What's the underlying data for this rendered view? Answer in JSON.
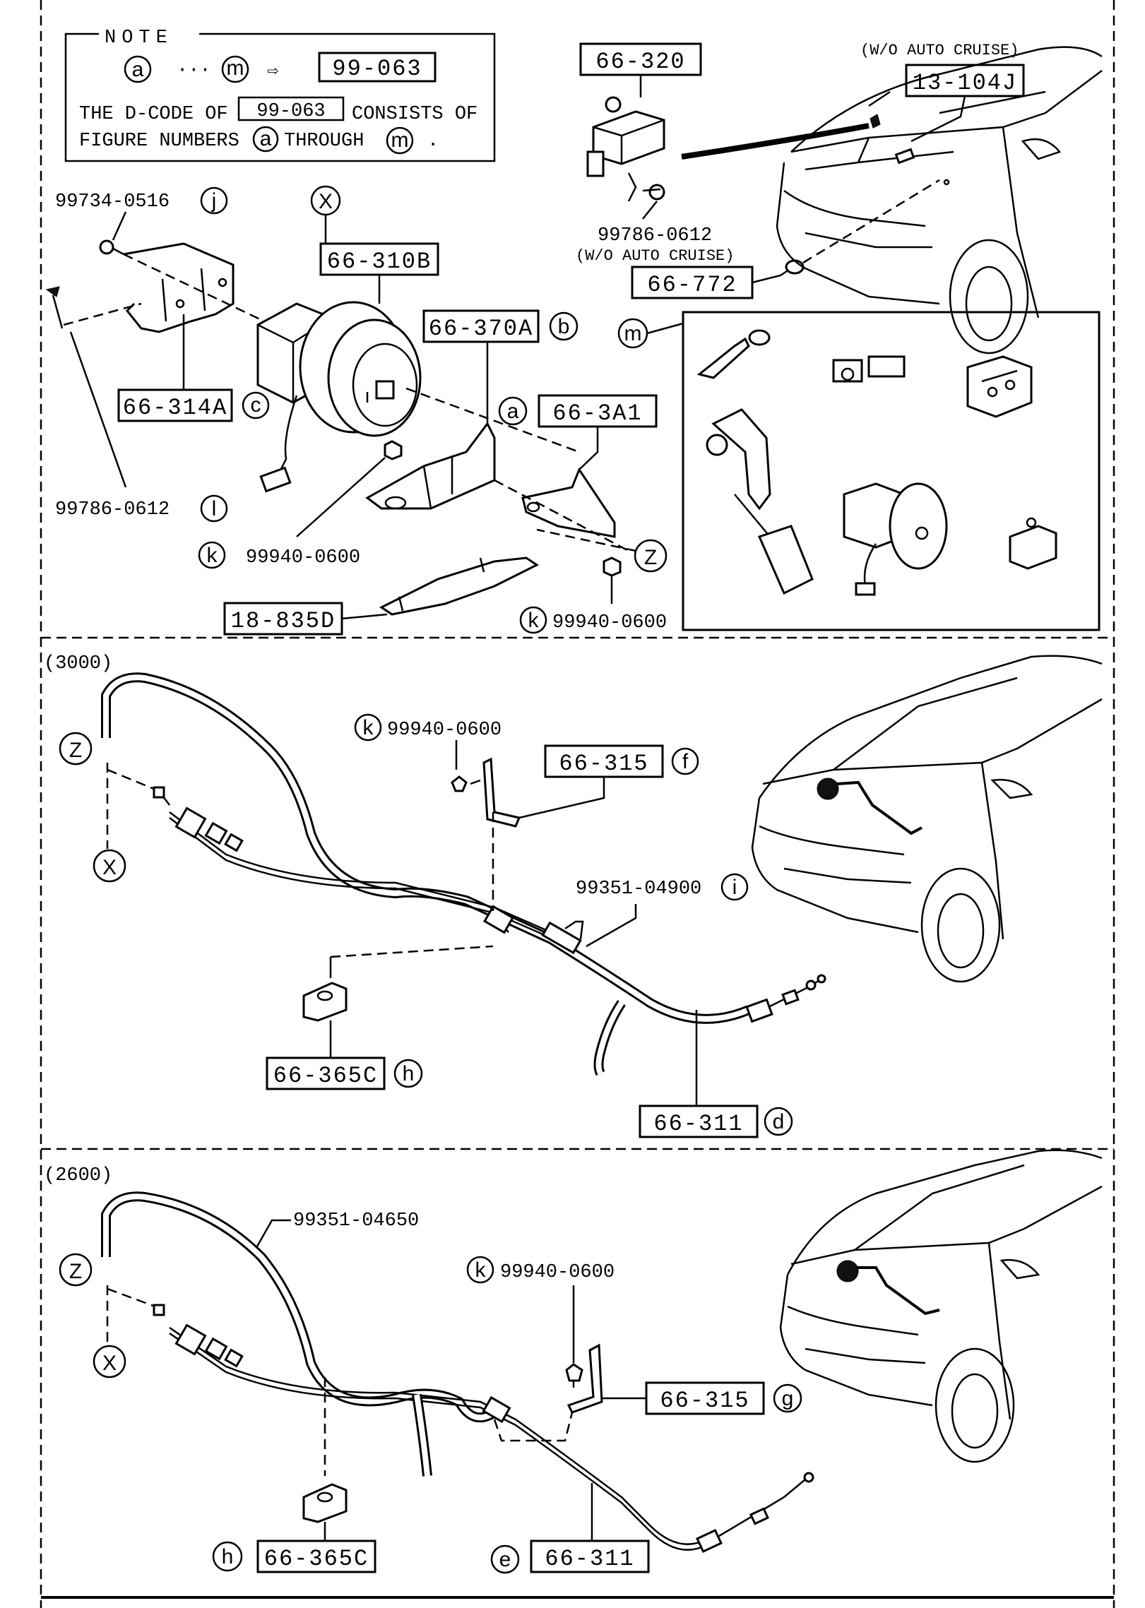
{
  "note": {
    "title": "NOTE",
    "range_start": "a",
    "range_dots": "···",
    "range_end": "m",
    "arrow": "⇨",
    "dcode": "99-063",
    "line1_prefix": "THE D-CODE OF",
    "line1_code": "99-063",
    "line1_suffix": "CONSISTS OF",
    "line2_prefix": "FIGURE NUMBERS",
    "line2_from": "a",
    "line2_mid": "THROUGH",
    "line2_to": "m",
    "line2_end": "."
  },
  "top_section": {
    "parts": {
      "p66_320": "66-320",
      "p13_104J": "13-104J",
      "wo_auto_cruise_1": "(W/O AUTO CRUISE)",
      "p99786_0612_top": "99786-0612",
      "wo_auto_cruise_2": "(W/O AUTO CRUISE)",
      "p66_772": "66-772",
      "p99734_0516": "99734-0516",
      "ref_j": "j",
      "marker_x": "X",
      "p66_310B": "66-310B",
      "p66_370A": "66-370A",
      "ref_b": "b",
      "p66_314A": "66-314A",
      "ref_c": "c",
      "ref_a": "a",
      "p66_3A1": "66-3A1",
      "p99786_0612": "99786-0612",
      "ref_l": "l",
      "ref_k1": "k",
      "p99940_0600_a": "99940-0600",
      "marker_z": "Z",
      "p18_835D": "18-835D",
      "ref_k2": "k",
      "p99940_0600_b": "99940-0600",
      "ref_m": "m"
    }
  },
  "section_3000": {
    "heading": "(3000)",
    "marker_z": "Z",
    "marker_x": "X",
    "ref_k": "k",
    "p99940_0600": "99940-0600",
    "p66_315": "66-315",
    "ref_f": "f",
    "p99351_04900": "99351-04900",
    "ref_i": "i",
    "p66_365C": "66-365C",
    "ref_h": "h",
    "p66_311": "66-311",
    "ref_d": "d"
  },
  "section_2600": {
    "heading": "(2600)",
    "marker_z": "Z",
    "marker_x": "X",
    "p99351_04650": "99351-04650",
    "ref_k": "k",
    "p99940_0600": "99940-0600",
    "p66_315": "66-315",
    "ref_g": "g",
    "ref_h": "h",
    "p66_365C": "66-365C",
    "ref_e": "e",
    "p66_311": "66-311"
  }
}
